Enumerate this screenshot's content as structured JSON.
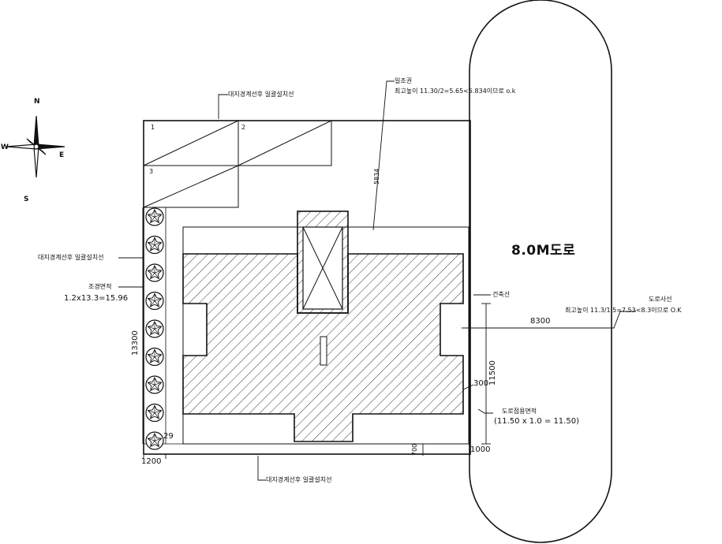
{
  "compass": {
    "north": "N",
    "east": "E",
    "south": "S",
    "west": "W"
  },
  "labels": {
    "top_boundary_note": "대지경계선후 일괄설치선",
    "left_boundary_note": "대지경계선후 일괄설치선",
    "bottom_boundary_note": "대지경계선후 일괄설치선",
    "landscape_title": "조경면적",
    "landscape_formula": "1.2x13.3=15.96",
    "sunlight_title": "일조권",
    "sunlight_formula": "최고높이 11.30/2=5.65<5.834이므로 o.k",
    "road": "8.0M도로",
    "road_oblique_title": "도로사선",
    "road_oblique_formula": "최고높이 11.3/1.5=7.53<8.3이므로 O.K",
    "building_line": "건축선",
    "road_area_title": "도로점용면적",
    "road_area_formula": "(11.50 x 1.0 = 11.50)"
  },
  "dimensions": {
    "d5834": "5834",
    "d13300": "13300",
    "d8300": "8300",
    "d11500": "11500",
    "d300": "300",
    "d700": "700",
    "d1000": "1000",
    "d1200": "1200",
    "d29": "29"
  },
  "parking_numbers": [
    "1",
    "2",
    "3"
  ],
  "tree_count": 9
}
